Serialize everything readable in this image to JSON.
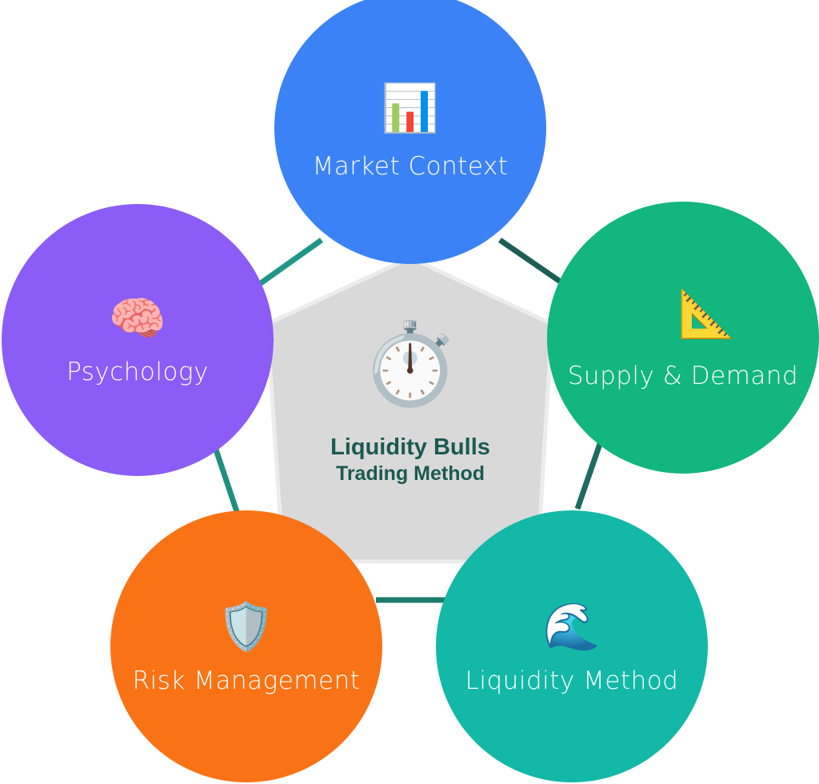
{
  "center": {
    "title_line1": "Liquidity Bulls",
    "title_line2": "Trading Method",
    "icon": "stopwatch-icon",
    "glyph": "⏱️"
  },
  "nodes": [
    {
      "label": "Market Context",
      "icon": "bar-chart-icon",
      "glyph": "📊",
      "color": "#3b82f6"
    },
    {
      "label": "Supply & Demand",
      "icon": "triangle-ruler-icon",
      "glyph": "📐",
      "color": "#12b67e"
    },
    {
      "label": "Liquidity Method",
      "icon": "wave-icon",
      "glyph": "🌊",
      "color": "#14b8a6"
    },
    {
      "label": "Risk Management",
      "icon": "shield-icon",
      "glyph": "🛡️",
      "color": "#f97316"
    },
    {
      "label": "Psychology",
      "icon": "brain-icon",
      "glyph": "🧠",
      "color": "#8b5cf6"
    }
  ],
  "colors": {
    "pentagon": "#d9d9d9",
    "connector": "#1e8f80",
    "title": "#1b5a52"
  }
}
